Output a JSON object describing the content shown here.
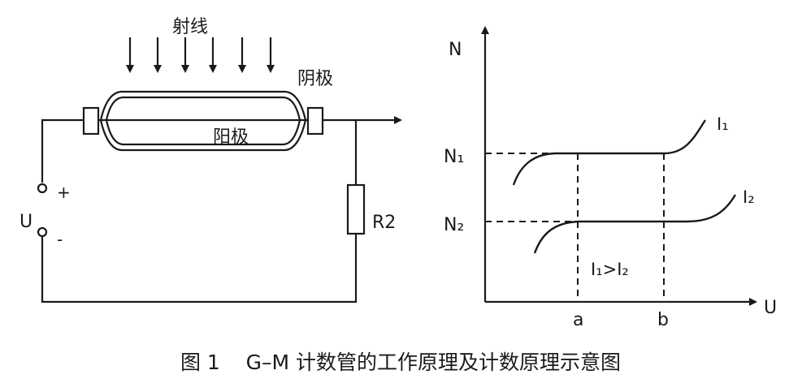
{
  "circuit": {
    "radiation_label": "射线",
    "cathode_label": "阴极",
    "anode_label": "阳极",
    "plus_label": "+",
    "minus_label": "-",
    "voltage_label": "U",
    "resistor_label": "R2"
  },
  "graph": {
    "y_axis_label": "N",
    "x_axis_label": "U",
    "n1_label": "N₁",
    "n2_label": "N₂",
    "curve1_label": "I₁",
    "curve2_label": "I₂",
    "tick_a_label": "a",
    "tick_b_label": "b",
    "condition_label": "I₁>I₂"
  },
  "caption": {
    "text": "图 1    G–M 计数管的工作原理及计数原理示意图"
  },
  "colors": {
    "line": "#1a1a1a",
    "tube_fill": "#ffffff"
  }
}
